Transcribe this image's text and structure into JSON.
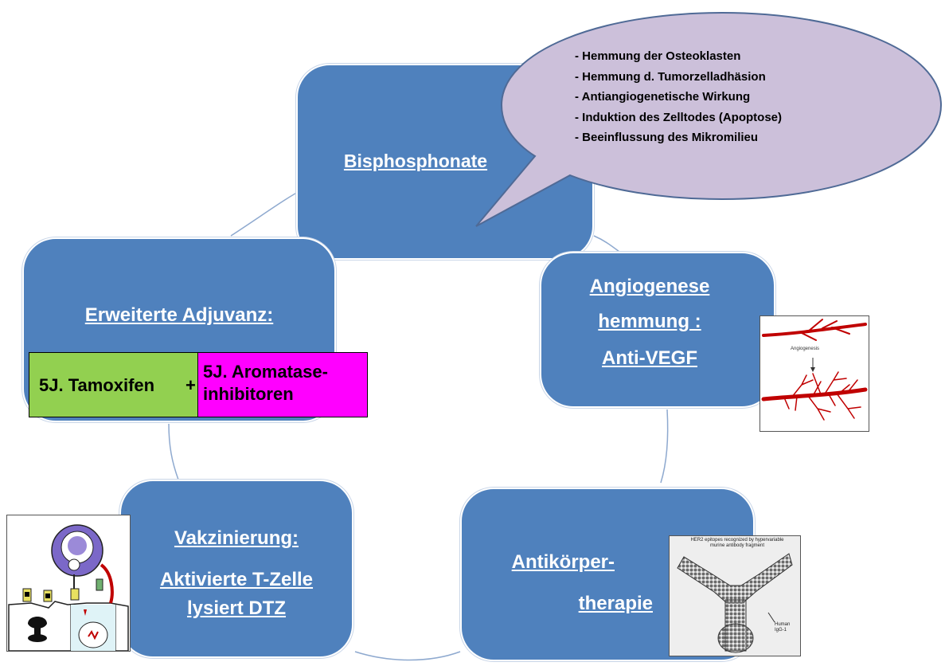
{
  "bisphosphonate": {
    "label": "Bisphosphonate",
    "effects": [
      "- Hemmung der Osteoklasten",
      "- Hemmung d. Tumorzelladhäsion",
      "- Antiangiogenetische Wirkung",
      "- Induktion des Zelltodes (Apoptose)",
      "- Beeinflussung des Mikromilieu"
    ]
  },
  "adjuvanz": {
    "label": "Erweiterte Adjuvanz:",
    "tamoxifen": "5J. Tamoxifen",
    "plus": "+",
    "aromatase_line1": "5J. Aromatase-",
    "aromatase_line2": "inhibitoren"
  },
  "angiogenese": {
    "line1": "Angiogenese",
    "line2": "hemmung :",
    "line3": "Anti-VEGF",
    "figure_caption": "Angiogenesis"
  },
  "vakzinierung": {
    "line1": "Vakzinierung:",
    "line2": "Aktivierte T-Zelle",
    "line3": "lysiert DTZ"
  },
  "antikoerper": {
    "line1": "Antikörper-",
    "line2": "therapie",
    "figure_label_top": "HER2 epitopes recognized by hypervariable murine antibody fragment",
    "figure_label_side": "Human IgG-1"
  },
  "colors": {
    "box_fill": "#4f81bd",
    "bubble_fill": "#ccc0da",
    "bubble_stroke": "#4f6a96",
    "tamoxifen_fill": "#92d050",
    "aromatase_fill": "#ff00ff",
    "vessel": "#c00000"
  }
}
